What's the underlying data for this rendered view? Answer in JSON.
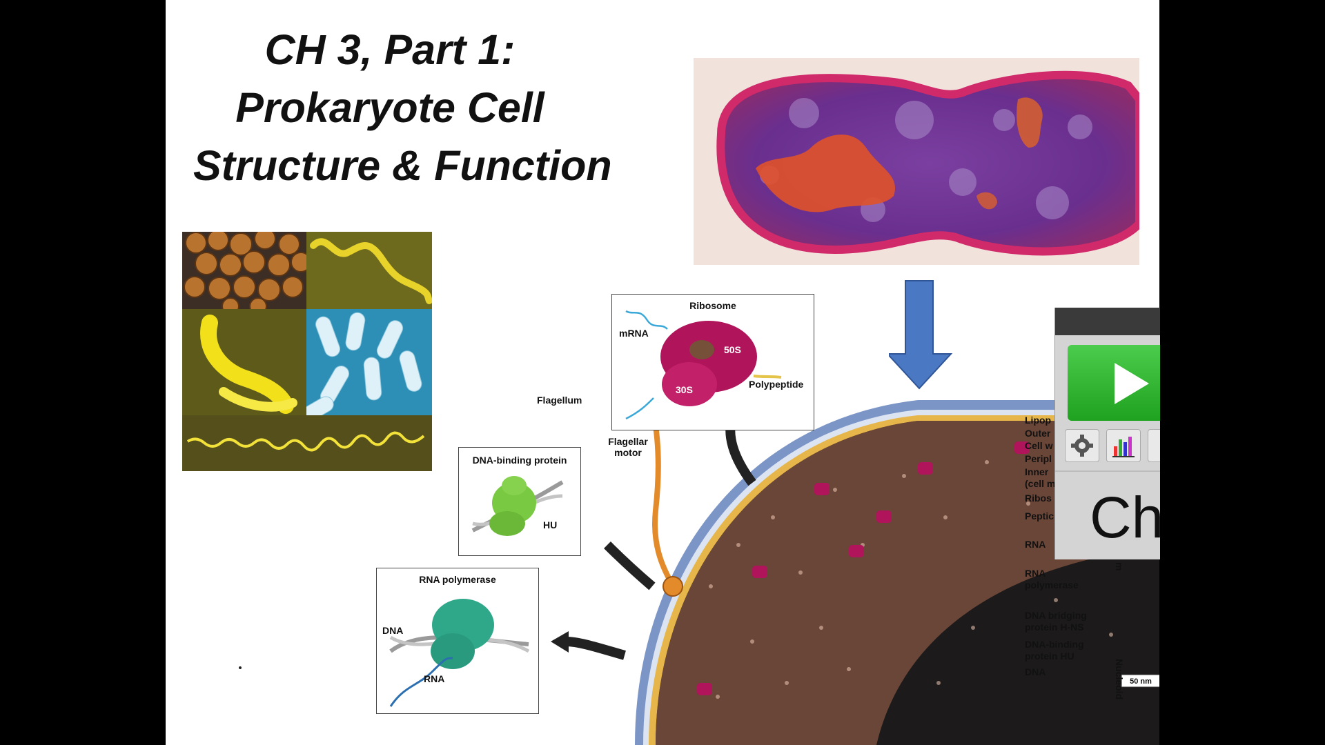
{
  "slide": {
    "title_lines": [
      "CH 3, Part 1:",
      "Prokaryote Cell",
      "Structure & Function"
    ]
  },
  "insets": {
    "ribosome": {
      "title": "Ribosome",
      "mrna": "mRNA",
      "subunit_large": "50S",
      "subunit_small": "30S",
      "polypeptide": "Polypeptide"
    },
    "dna_binding": {
      "title": "DNA-binding protein",
      "hu": "HU"
    },
    "rna_polymerase": {
      "title": "RNA polymerase",
      "dna": "DNA",
      "rna": "RNA"
    }
  },
  "cell_labels": {
    "flagellum": "Flagellum",
    "flagellar_motor_1": "Flagellar",
    "flagellar_motor_2": "motor",
    "scale": "50 nm"
  },
  "right_labels": [
    "Lipop",
    "Outer",
    "Cell w",
    "Peripl",
    "Inner",
    "(cell m",
    "Ribos",
    "Peptic",
    "RNA",
    "RNA",
    "polymerase",
    "DNA bridging",
    "protein H-NS",
    "DNA-binding",
    "protein HU",
    "DNA"
  ],
  "vertical_labels": {
    "nucleoid": "Nucleoid",
    "cytoplasm_fragment": "m"
  },
  "widget": {
    "partial_text": "Ch",
    "play_icon": "play-icon",
    "settings_icon": "gear-icon",
    "stats_icon": "bar-chart-icon"
  },
  "colors": {
    "play_green": "#2eb82e",
    "arrow_blue": "#4a78c2",
    "ribosome_magenta": "#b0145a",
    "dna_protein_green": "#7ac943",
    "rnap_teal": "#2fa88a"
  }
}
